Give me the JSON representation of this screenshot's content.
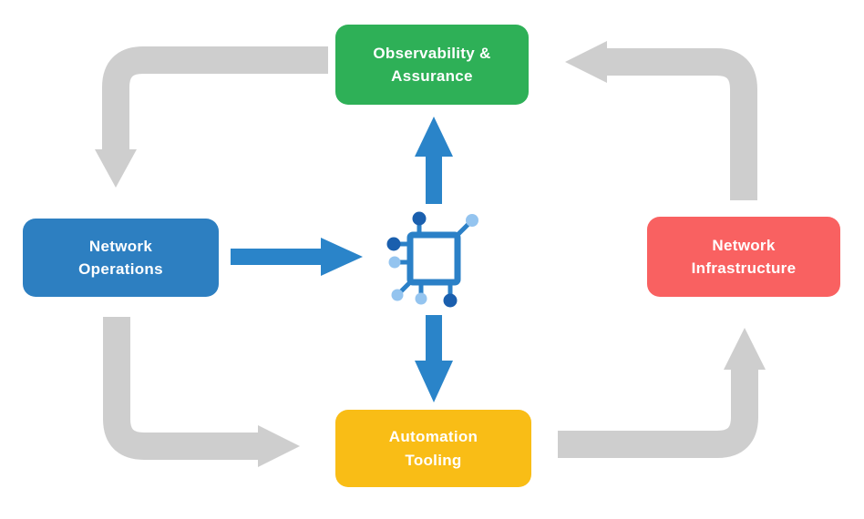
{
  "diagram": {
    "background": "#ffffff",
    "nodes": {
      "observability": {
        "line1": "Observability &",
        "line2": "Assurance",
        "color": "#2eb057"
      },
      "operations": {
        "line1": "Network",
        "line2": "Operations",
        "color": "#2d7fc1"
      },
      "infrastructure": {
        "line1": "Network",
        "line2": "Infrastructure",
        "color": "#f96161"
      },
      "automation": {
        "line1": "Automation",
        "line2": "Tooling",
        "color": "#f9bd16"
      }
    },
    "center_icon": {
      "name": "network-device-icon",
      "square_color": "#2b80c7",
      "dark_node_color": "#1a5fae",
      "light_node_color": "#94c4ef"
    },
    "arrows": {
      "gray_color": "#cecece",
      "blue_color": "#2a84c9",
      "items": [
        {
          "name": "arrow-observability-to-operations",
          "style": "gray-elbow",
          "direction": "down"
        },
        {
          "name": "arrow-infrastructure-to-observability",
          "style": "gray-elbow",
          "direction": "left"
        },
        {
          "name": "arrow-operations-to-automation",
          "style": "gray-elbow",
          "direction": "right"
        },
        {
          "name": "arrow-automation-to-infrastructure",
          "style": "gray-elbow",
          "direction": "up"
        },
        {
          "name": "arrow-center-to-observability",
          "style": "blue-straight",
          "direction": "up"
        },
        {
          "name": "arrow-operations-to-center",
          "style": "blue-straight",
          "direction": "right"
        },
        {
          "name": "arrow-center-to-automation",
          "style": "blue-straight",
          "direction": "down"
        }
      ]
    }
  }
}
